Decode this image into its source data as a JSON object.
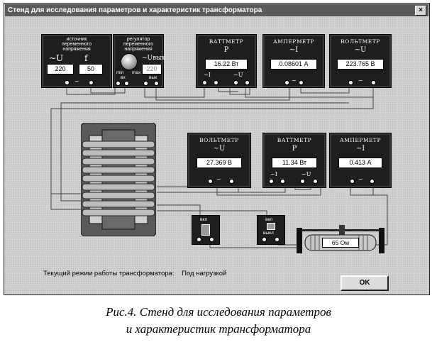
{
  "window": {
    "title": "Стенд для исследования параметров и характеристик трансформатора",
    "close_label": "×"
  },
  "source": {
    "title_lines": [
      "источник",
      "переменного",
      "напряжения"
    ],
    "u_label": "~U",
    "f_label": "f",
    "u_value": "220",
    "f_value": "50"
  },
  "regulator": {
    "title_lines": [
      "регулятор",
      "переменного",
      "напряжения"
    ],
    "min_label": "min",
    "max_label": "max",
    "out_symbol": "~Uвых",
    "out_value": "220",
    "in_label": "вх",
    "out_label": "вых"
  },
  "primary_wattmeter": {
    "name": "ВАТТМЕТР",
    "symbol": "P",
    "value": "16.22 Вт",
    "i_label": "~I",
    "u_label": "~U"
  },
  "primary_ammeter": {
    "name": "АМПЕРМЕТР",
    "symbol": "~I",
    "value": "0.08601 А"
  },
  "primary_voltmeter": {
    "name": "ВОЛЬТМЕТР",
    "symbol": "~U",
    "value": "223.765 В"
  },
  "secondary_voltmeter": {
    "name": "ВОЛЬТМЕТР",
    "symbol": "~U",
    "value": "27.369 В"
  },
  "secondary_wattmeter": {
    "name": "ВАТТМЕТР",
    "symbol": "P",
    "value": "11.34 Вт",
    "i_label": "~I",
    "u_label": "~U"
  },
  "secondary_ammeter": {
    "name": "АМПЕРМЕТР",
    "symbol": "~I",
    "value": "0.413 А"
  },
  "switch": {
    "on_label": "вкл",
    "off_label": "выкл"
  },
  "rheostat": {
    "value": "65 Ом"
  },
  "status": {
    "label": "Текущий режим работы трансформатора:",
    "value": "Под нагрузкой"
  },
  "ok_label": "OK",
  "caption": {
    "line1": "Рис.4. Стенд для исследования параметров",
    "line2": "и характеристик трансформатора"
  }
}
